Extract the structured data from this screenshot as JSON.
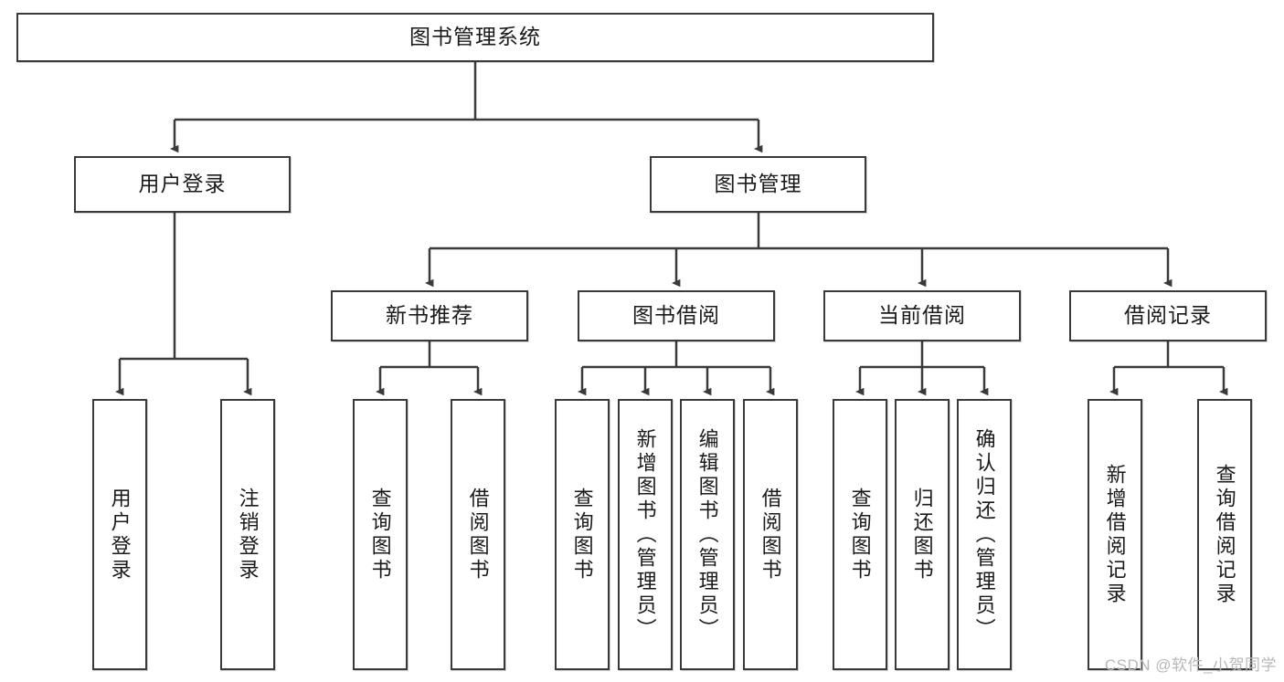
{
  "diagram": {
    "title": "图书管理系统",
    "type": "tree",
    "root": {
      "label": "图书管理系统"
    },
    "level2": [
      {
        "label": "用户登录"
      },
      {
        "label": "图书管理"
      }
    ],
    "level3": [
      {
        "label": "新书推荐"
      },
      {
        "label": "图书借阅"
      },
      {
        "label": "当前借阅"
      },
      {
        "label": "借阅记录"
      }
    ],
    "leaves_user_login": [
      {
        "label": "用户登录"
      },
      {
        "label": "注销登录"
      }
    ],
    "leaves_new_books": [
      {
        "label": "查询图书"
      },
      {
        "label": "借阅图书"
      }
    ],
    "leaves_borrow": [
      {
        "label": "查询图书"
      },
      {
        "label": "新增图书（管理员）"
      },
      {
        "label": "编辑图书（管理员）"
      },
      {
        "label": "借阅图书"
      }
    ],
    "leaves_current": [
      {
        "label": "查询图书"
      },
      {
        "label": "归还图书"
      },
      {
        "label": "确认归还（管理员）"
      }
    ],
    "leaves_records": [
      {
        "label": "新增借阅记录"
      },
      {
        "label": "查询借阅记录"
      }
    ]
  },
  "watermark": {
    "text": "CSDN @软件_小贺同学"
  },
  "colors": {
    "border": "#3a3a3a",
    "text": "#1a1a1a",
    "background": "#ffffff",
    "watermark": "#b8b8b8"
  }
}
